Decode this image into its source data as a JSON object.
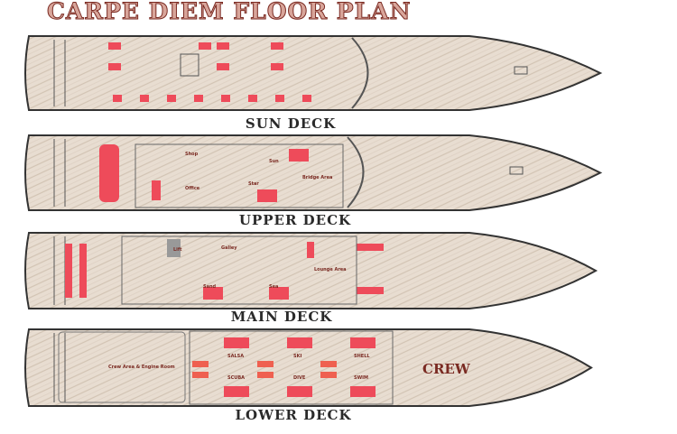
{
  "title": "CARPE DIEM FLOOR PLAN",
  "decks": [
    {
      "name": "SUN DECK",
      "rooms": []
    },
    {
      "name": "UPPER DECK",
      "rooms": [
        "Shop",
        "Office",
        "Sun",
        "Star",
        "Bridge Area"
      ]
    },
    {
      "name": "MAIN DECK",
      "rooms": [
        "Lift",
        "Galley",
        "Lounge Area",
        "Sand",
        "Sea"
      ]
    },
    {
      "name": "LOWER DECK",
      "rooms": [
        "Crew Area & Engine Room",
        "SALSA",
        "SKI",
        "SHELL",
        "SCUBA",
        "DIVE",
        "SWIM",
        "CREW"
      ]
    }
  ],
  "colors": {
    "hull": "#e6dcd0",
    "room": "#ee4b5a",
    "accent": "#f2a080"
  }
}
